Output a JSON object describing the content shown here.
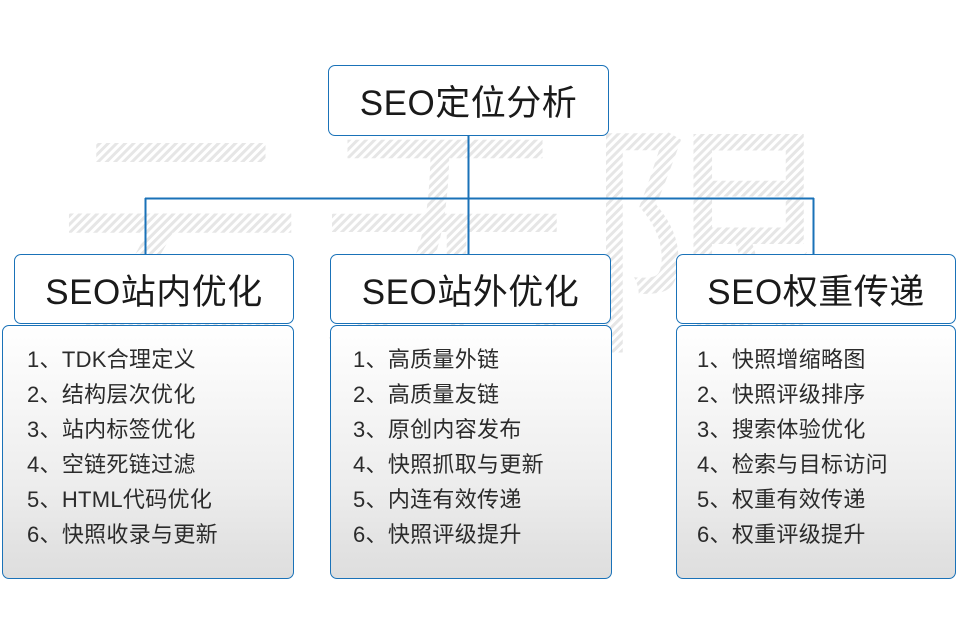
{
  "diagram": {
    "title": "SEO定位分析",
    "accent_color": "#1a72b8",
    "text_color": "#1a1a1a",
    "watermark_text": "云无限",
    "root": {
      "label": "SEO定位分析"
    },
    "branches": [
      {
        "id": "seo-onsite",
        "header": "SEO站内优化",
        "items": [
          "1、TDK合理定义",
          "2、结构层次优化",
          "3、站内标签优化",
          "4、空链死链过滤",
          "5、HTML代码优化",
          "6、快照收录与更新"
        ]
      },
      {
        "id": "seo-offsite",
        "header": "SEO站外优化",
        "items": [
          "1、高质量外链",
          "2、高质量友链",
          "3、原创内容发布",
          "4、快照抓取与更新",
          "5、内连有效传递",
          "6、快照评级提升"
        ]
      },
      {
        "id": "seo-weight",
        "header": "SEO权重传递",
        "items": [
          "1、快照增缩略图",
          "2、快照评级排序",
          "3、搜索体验优化",
          "4、检索与目标访问",
          "5、权重有效传递",
          "6、权重评级提升"
        ]
      }
    ]
  }
}
